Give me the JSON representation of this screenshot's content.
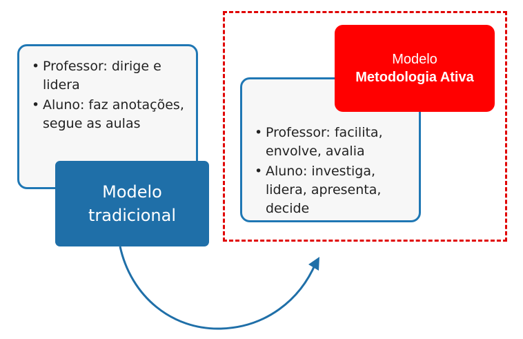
{
  "traditional": {
    "bullets": [
      "Professor: dirige e lidera",
      "Aluno: faz anotações, segue as aulas"
    ],
    "title_line1": "Modelo",
    "title_line2": "tradicional"
  },
  "active": {
    "title_line1": "Modelo",
    "title_line2": "Metodologia Ativa",
    "bullets": [
      "Professor: facilita, envolve, avalia",
      "Aluno: investiga, lidera, apresenta, decide"
    ]
  },
  "colors": {
    "blue": "#1f6fa8",
    "card_border": "#1f77b4",
    "red": "#ff0000",
    "dashed": "#e00000"
  }
}
